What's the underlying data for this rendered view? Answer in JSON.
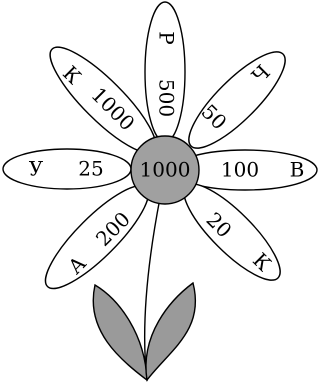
{
  "center": {
    "value": "1000",
    "fill": "#a0a0a0"
  },
  "petals": [
    {
      "id": "top",
      "letter": "Р",
      "value": "500"
    },
    {
      "id": "upper-right",
      "letter": "Ч",
      "value": "50"
    },
    {
      "id": "right",
      "letter": "В",
      "value": "100"
    },
    {
      "id": "lower-right",
      "letter": "К",
      "value": "20"
    },
    {
      "id": "lower-left",
      "letter": "А",
      "value": "200"
    },
    {
      "id": "left",
      "letter": "У",
      "value": "25"
    },
    {
      "id": "upper-left",
      "letter": "К",
      "value": "1000"
    }
  ],
  "colors": {
    "leaf": "#9a9a9a",
    "outline": "#000000",
    "background": "#ffffff"
  }
}
